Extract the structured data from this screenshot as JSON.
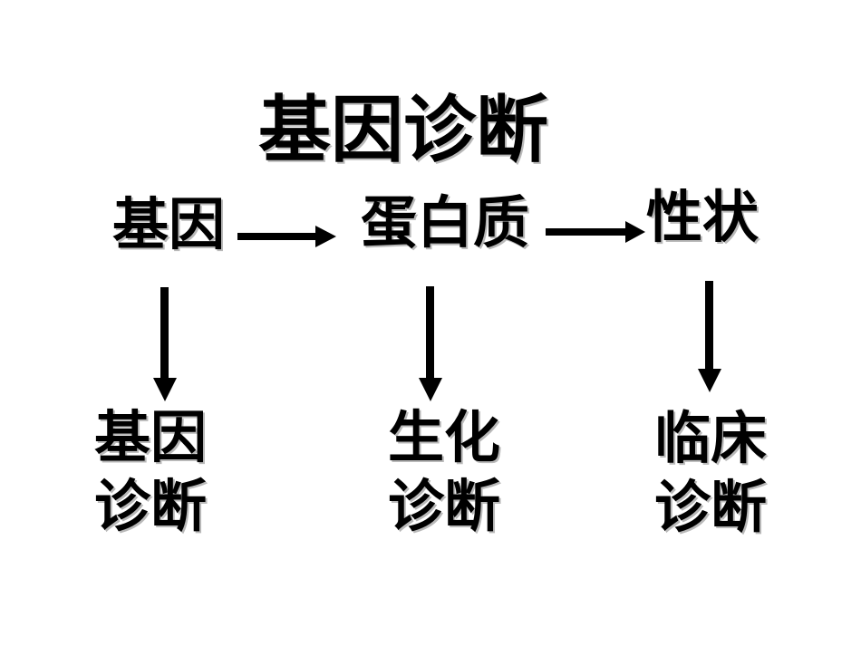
{
  "slide": {
    "title": "基因诊断",
    "flow": {
      "nodes": [
        {
          "id": "gene",
          "label": "基因"
        },
        {
          "id": "protein",
          "label": "蛋白质"
        },
        {
          "id": "trait",
          "label": "性状"
        }
      ],
      "arrows": [
        {
          "from": "gene",
          "to": "protein",
          "direction": "right"
        },
        {
          "from": "protein",
          "to": "trait",
          "direction": "right"
        },
        {
          "from": "gene",
          "to": "gene-diagnosis",
          "direction": "down"
        },
        {
          "from": "protein",
          "to": "biochemical-diagnosis",
          "direction": "down"
        },
        {
          "from": "trait",
          "to": "clinical-diagnosis",
          "direction": "down"
        }
      ]
    },
    "diagnoses": [
      {
        "id": "gene-diagnosis",
        "line1": "基因",
        "line2": "诊断"
      },
      {
        "id": "biochemical-diagnosis",
        "line1": "生化",
        "line2": "诊断"
      },
      {
        "id": "clinical-diagnosis",
        "line1": "临床",
        "line2": "诊断"
      }
    ],
    "colors": {
      "background": "#ffffff",
      "text": "#000000",
      "arrow": "#000000",
      "text_shadow": "#b9b9b9"
    }
  }
}
